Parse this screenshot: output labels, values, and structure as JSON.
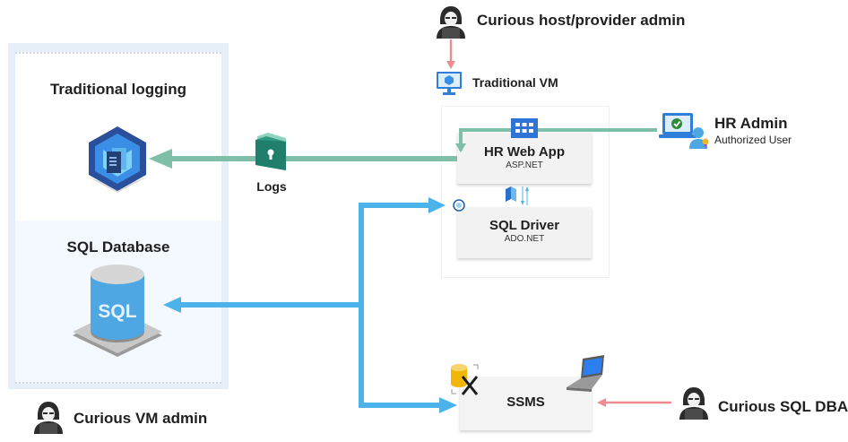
{
  "colors": {
    "green_flow": "#7fbfa8",
    "blue_flow": "#4cb3ea",
    "red_flow": "#ef8a8e",
    "panel_bg": "#e6eef8"
  },
  "left_panel": {
    "logging": {
      "title": "Traditional logging",
      "icon": "log-analytics-icon"
    },
    "database": {
      "title": "SQL Database",
      "icon": "sql-database-icon",
      "icon_text": "SQL"
    }
  },
  "actors": {
    "vm_admin": {
      "label": "Curious VM admin",
      "icon": "hacker-icon"
    },
    "host_admin": {
      "label": "Curious host/provider admin",
      "icon": "hacker-icon"
    },
    "sql_dba": {
      "label": "Curious SQL DBA",
      "icon": "hacker-icon"
    },
    "hr_admin": {
      "label": "HR Admin",
      "sublabel": "Authorized User",
      "icon": "authorized-user-laptop-icon"
    }
  },
  "vm": {
    "label": "Traditional VM",
    "icon": "monitor-vm-icon",
    "web_app": {
      "title": "HR Web App",
      "subtitle": "ASP.NET",
      "icon": "web-app-grid-icon"
    },
    "sql_driver": {
      "title": "SQL Driver",
      "subtitle": "ADO.NET",
      "icon": "driver-icon"
    }
  },
  "logs": {
    "label": "Logs",
    "icon": "locked-folder-icon"
  },
  "ssms": {
    "title": "SSMS",
    "icons": [
      "database-tools-icon",
      "laptop-icon"
    ]
  },
  "flows": [
    {
      "from": "HR Admin",
      "to": "HR Web App",
      "color": "green"
    },
    {
      "from": "HR Web App",
      "to": "Traditional logging",
      "via": "Logs",
      "color": "green"
    },
    {
      "from": "Curious host/provider admin",
      "to": "Traditional VM",
      "color": "red"
    },
    {
      "from": "Curious SQL DBA",
      "to": "SSMS",
      "color": "red"
    },
    {
      "from": "junction",
      "to": "SQL Database",
      "color": "blue"
    },
    {
      "from": "junction",
      "to": "SQL Driver",
      "color": "blue"
    },
    {
      "from": "junction",
      "to": "SSMS",
      "color": "blue"
    }
  ]
}
